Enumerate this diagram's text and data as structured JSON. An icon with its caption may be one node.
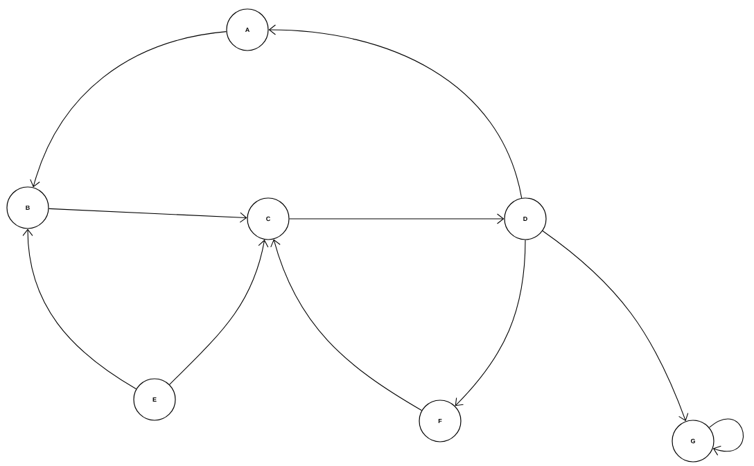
{
  "diagram": {
    "nodes": [
      {
        "text": [
          "A"
        ]
      },
      {
        "text": [
          "B"
        ]
      },
      {
        "text": [
          "C"
        ]
      },
      {
        "text": [
          "D"
        ]
      },
      {
        "text": [
          "E"
        ]
      },
      {
        "text": [
          "F"
        ]
      },
      {
        "text": [
          "G"
        ]
      }
    ],
    "edges": [
      {
        "from": 0,
        "to": 1,
        "arrow": "to"
      },
      {
        "from": 3,
        "to": 0,
        "arrow": "to"
      },
      {
        "from": 1,
        "to": 2,
        "arrow": "to"
      },
      {
        "from": 2,
        "to": 3,
        "arrow": "to"
      },
      {
        "from": 4,
        "to": 1,
        "arrow": "to"
      },
      {
        "from": 4,
        "to": 2,
        "arrow": "to"
      },
      {
        "from": 5,
        "to": 2,
        "arrow": "to"
      },
      {
        "from": 3,
        "to": 5,
        "arrow": "to"
      },
      {
        "from": 3,
        "to": 6,
        "arrow": "to"
      },
      {
        "from": 6,
        "to": 6,
        "arrow": "to"
      }
    ]
  }
}
